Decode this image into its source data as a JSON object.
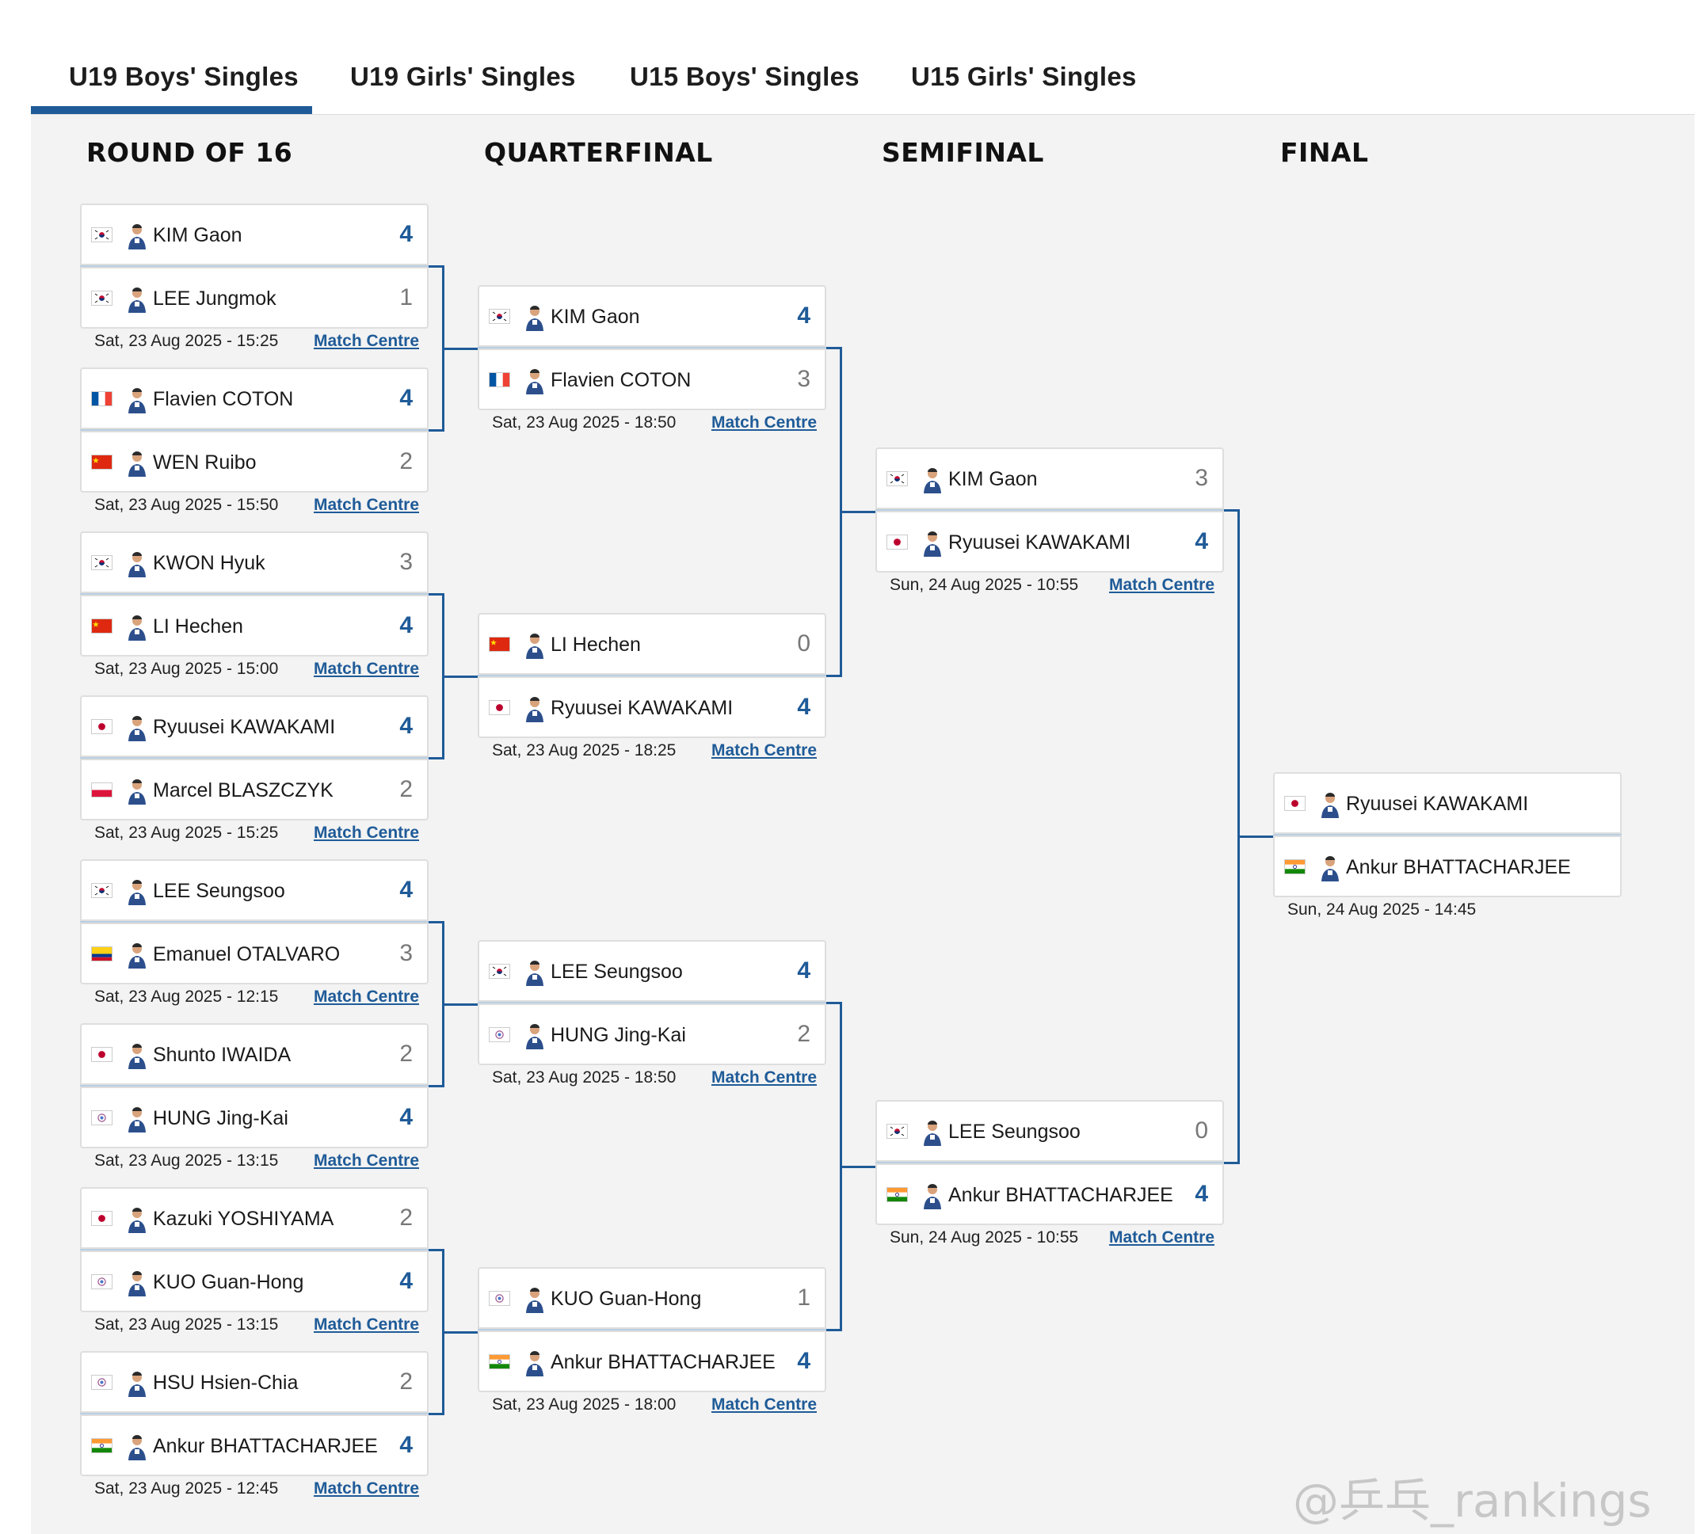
{
  "tabs": [
    "U19 Boys' Singles",
    "U19 Girls' Singles",
    "U15 Boys' Singles",
    "U15 Girls' Singles"
  ],
  "rounds": [
    "ROUND OF 16",
    "QUARTERFINAL",
    "SEMIFINAL",
    "FINAL"
  ],
  "match_centre_label": "Match Centre",
  "watermark": "@乒乓_rankings",
  "matches": [
    {
      "round": 0,
      "p1": {
        "name": "KIM Gaon",
        "flag": "kr",
        "score": "4",
        "win": true
      },
      "p2": {
        "name": "LEE Jungmok",
        "flag": "kr",
        "score": "1",
        "win": false
      },
      "date": "Sat, 23 Aug 2025 - 15:25"
    },
    {
      "round": 0,
      "p1": {
        "name": "Flavien COTON",
        "flag": "fr",
        "score": "4",
        "win": true
      },
      "p2": {
        "name": "WEN Ruibo",
        "flag": "cn",
        "score": "2",
        "win": false
      },
      "date": "Sat, 23 Aug 2025 - 15:50"
    },
    {
      "round": 0,
      "p1": {
        "name": "KWON Hyuk",
        "flag": "kr",
        "score": "3",
        "win": false
      },
      "p2": {
        "name": "LI Hechen",
        "flag": "cn",
        "score": "4",
        "win": true
      },
      "date": "Sat, 23 Aug 2025 - 15:00"
    },
    {
      "round": 0,
      "p1": {
        "name": "Ryuusei KAWAKAMI",
        "flag": "jp",
        "score": "4",
        "win": true
      },
      "p2": {
        "name": "Marcel BLASZCZYK",
        "flag": "pl",
        "score": "2",
        "win": false
      },
      "date": "Sat, 23 Aug 2025 - 15:25"
    },
    {
      "round": 0,
      "p1": {
        "name": "LEE Seungsoo",
        "flag": "kr",
        "score": "4",
        "win": true
      },
      "p2": {
        "name": "Emanuel OTALVARO",
        "flag": "co",
        "score": "3",
        "win": false
      },
      "date": "Sat, 23 Aug 2025 - 12:15"
    },
    {
      "round": 0,
      "p1": {
        "name": "Shunto IWAIDA",
        "flag": "jp",
        "score": "2",
        "win": false
      },
      "p2": {
        "name": "HUNG Jing-Kai",
        "flag": "tpe",
        "score": "4",
        "win": true
      },
      "date": "Sat, 23 Aug 2025 - 13:15"
    },
    {
      "round": 0,
      "p1": {
        "name": "Kazuki YOSHIYAMA",
        "flag": "jp",
        "score": "2",
        "win": false
      },
      "p2": {
        "name": "KUO Guan-Hong",
        "flag": "tpe",
        "score": "4",
        "win": true
      },
      "date": "Sat, 23 Aug 2025 - 13:15"
    },
    {
      "round": 0,
      "p1": {
        "name": "HSU Hsien-Chia",
        "flag": "tpe",
        "score": "2",
        "win": false
      },
      "p2": {
        "name": "Ankur BHATTACHARJEE",
        "flag": "in",
        "score": "4",
        "win": true
      },
      "date": "Sat, 23 Aug 2025 - 12:45"
    },
    {
      "round": 1,
      "p1": {
        "name": "KIM Gaon",
        "flag": "kr",
        "score": "4",
        "win": true
      },
      "p2": {
        "name": "Flavien COTON",
        "flag": "fr",
        "score": "3",
        "win": false
      },
      "date": "Sat, 23 Aug 2025 - 18:50"
    },
    {
      "round": 1,
      "p1": {
        "name": "LI Hechen",
        "flag": "cn",
        "score": "0",
        "win": false
      },
      "p2": {
        "name": "Ryuusei KAWAKAMI",
        "flag": "jp",
        "score": "4",
        "win": true
      },
      "date": "Sat, 23 Aug 2025 - 18:25"
    },
    {
      "round": 1,
      "p1": {
        "name": "LEE Seungsoo",
        "flag": "kr",
        "score": "4",
        "win": true
      },
      "p2": {
        "name": "HUNG Jing-Kai",
        "flag": "tpe",
        "score": "2",
        "win": false
      },
      "date": "Sat, 23 Aug 2025 - 18:50"
    },
    {
      "round": 1,
      "p1": {
        "name": "KUO Guan-Hong",
        "flag": "tpe",
        "score": "1",
        "win": false
      },
      "p2": {
        "name": "Ankur BHATTACHARJEE",
        "flag": "in",
        "score": "4",
        "win": true
      },
      "date": "Sat, 23 Aug 2025 - 18:00"
    },
    {
      "round": 2,
      "p1": {
        "name": "KIM Gaon",
        "flag": "kr",
        "score": "3",
        "win": false
      },
      "p2": {
        "name": "Ryuusei KAWAKAMI",
        "flag": "jp",
        "score": "4",
        "win": true
      },
      "date": "Sun, 24 Aug 2025 - 10:55"
    },
    {
      "round": 2,
      "p1": {
        "name": "LEE Seungsoo",
        "flag": "kr",
        "score": "0",
        "win": false
      },
      "p2": {
        "name": "Ankur BHATTACHARJEE",
        "flag": "in",
        "score": "4",
        "win": true
      },
      "date": "Sun, 24 Aug 2025 - 10:55"
    },
    {
      "round": 3,
      "p1": {
        "name": "Ryuusei KAWAKAMI",
        "flag": "jp",
        "score": "",
        "win": false
      },
      "p2": {
        "name": "Ankur BHATTACHARJEE",
        "flag": "in",
        "score": "",
        "win": false
      },
      "date": "Sun, 24 Aug 2025 - 14:45",
      "no_match_centre": true
    }
  ]
}
